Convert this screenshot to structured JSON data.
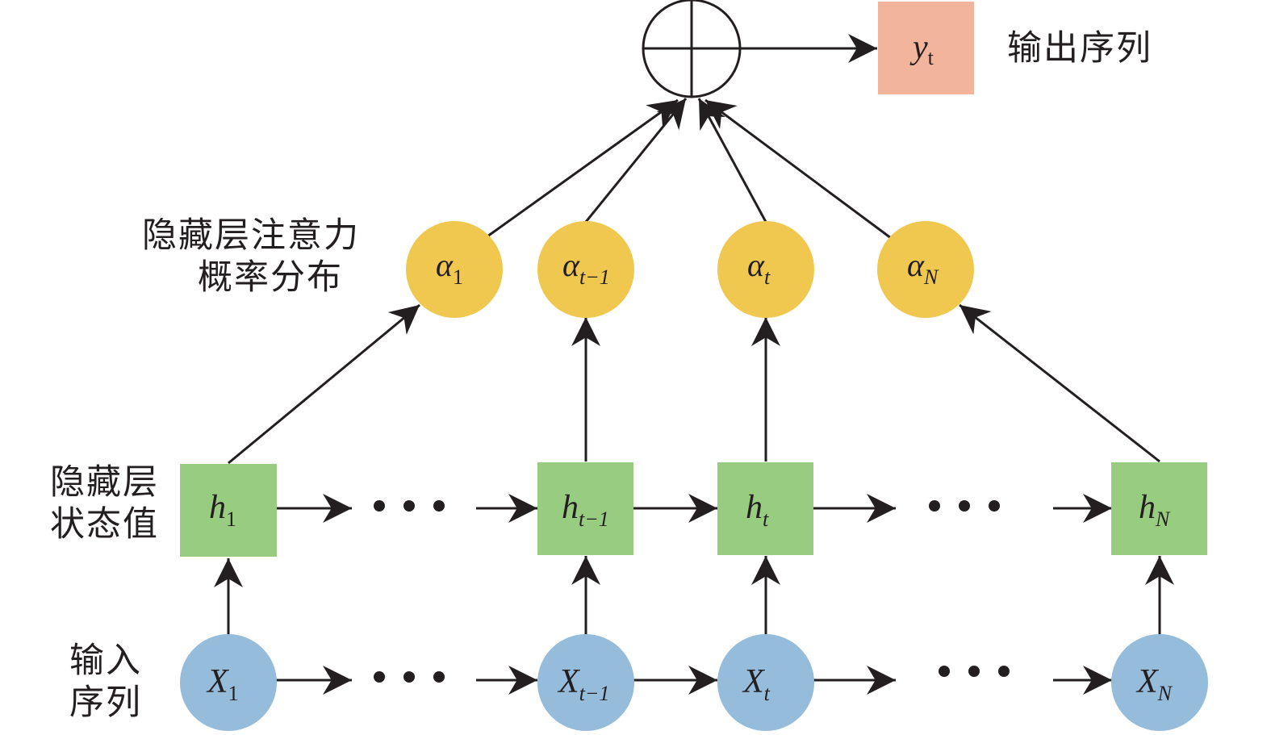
{
  "labels": {
    "output_sequence": "输出序列",
    "attention_line1": "隐藏层注意力",
    "attention_line2": "概率分布",
    "hidden_line1": "隐藏层",
    "hidden_line2": "状态值",
    "input_line1": "输入",
    "input_line2": "序列"
  },
  "output": {
    "symbol": "y",
    "sub": "t"
  },
  "alpha_nodes": [
    {
      "symbol": "α",
      "sub": "1"
    },
    {
      "symbol": "α",
      "sub": "t−1"
    },
    {
      "symbol": "α",
      "sub": "t"
    },
    {
      "symbol": "α",
      "sub": "N"
    }
  ],
  "hidden_nodes": [
    {
      "symbol": "h",
      "sub": "1"
    },
    {
      "symbol": "h",
      "sub": "t−1"
    },
    {
      "symbol": "h",
      "sub": "t"
    },
    {
      "symbol": "h",
      "sub": "N"
    }
  ],
  "input_nodes": [
    {
      "symbol": "X",
      "sub": "1"
    },
    {
      "symbol": "X",
      "sub": "t−1"
    },
    {
      "symbol": "X",
      "sub": "t"
    },
    {
      "symbol": "X",
      "sub": "N"
    }
  ],
  "colors": {
    "alpha": "#f0c850",
    "hidden": "#98cc80",
    "input": "#96bcdc",
    "output": "#f2b49a",
    "stroke": "#231f20"
  }
}
